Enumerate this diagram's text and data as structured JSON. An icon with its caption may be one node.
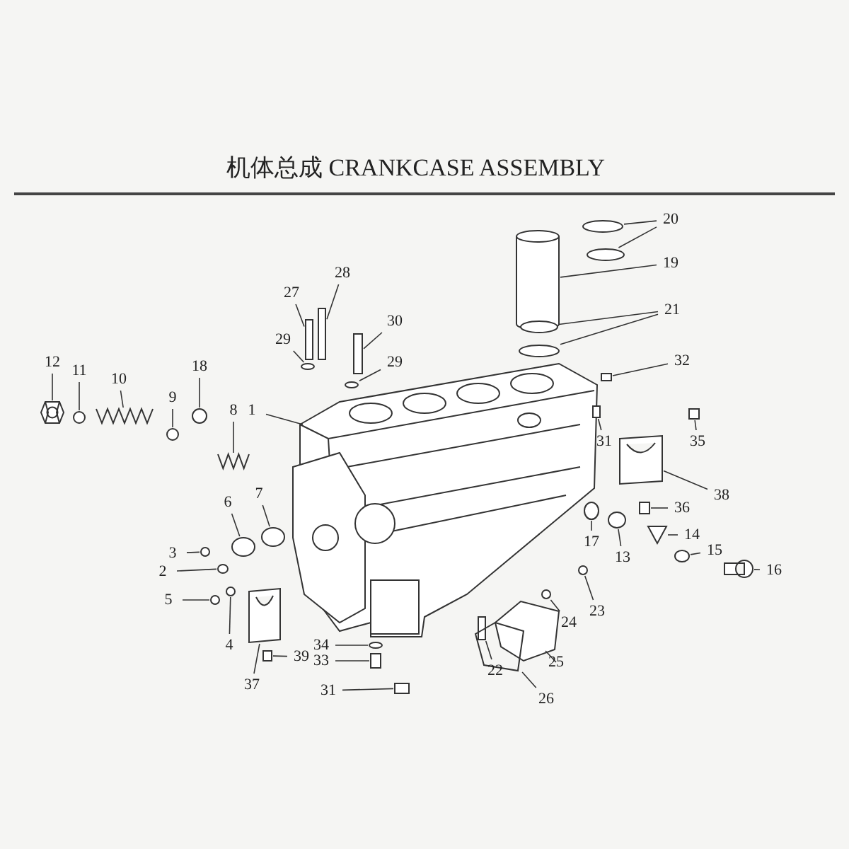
{
  "diagram": {
    "title": "机体总成 CRANKCASE ASSEMBLY",
    "nodes": [
      {
        "text": [
          "1"
        ]
      },
      {
        "text": [
          "2"
        ]
      },
      {
        "text": [
          "3"
        ]
      },
      {
        "text": [
          "4"
        ]
      },
      {
        "text": [
          "5"
        ]
      },
      {
        "text": [
          "6"
        ]
      },
      {
        "text": [
          "7"
        ]
      },
      {
        "text": [
          "8"
        ]
      },
      {
        "text": [
          "9"
        ]
      },
      {
        "text": [
          "10"
        ]
      },
      {
        "text": [
          "11"
        ]
      },
      {
        "text": [
          "12"
        ]
      },
      {
        "text": [
          "13"
        ]
      },
      {
        "text": [
          "14"
        ]
      },
      {
        "text": [
          "15"
        ]
      },
      {
        "text": [
          "16"
        ]
      },
      {
        "text": [
          "17"
        ]
      },
      {
        "text": [
          "18"
        ]
      },
      {
        "text": [
          "19"
        ]
      },
      {
        "text": [
          "20"
        ]
      },
      {
        "text": [
          "21"
        ]
      },
      {
        "text": [
          "22"
        ]
      },
      {
        "text": [
          "23"
        ]
      },
      {
        "text": [
          "24"
        ]
      },
      {
        "text": [
          "25"
        ]
      },
      {
        "text": [
          "26"
        ]
      },
      {
        "text": [
          "27"
        ]
      },
      {
        "text": [
          "28"
        ]
      },
      {
        "text": [
          "29"
        ]
      },
      {
        "text": [
          "29"
        ]
      },
      {
        "text": [
          "30"
        ]
      },
      {
        "text": [
          "31"
        ]
      },
      {
        "text": [
          "31"
        ]
      },
      {
        "text": [
          "32"
        ]
      },
      {
        "text": [
          "33"
        ]
      },
      {
        "text": [
          "34"
        ]
      },
      {
        "text": [
          "35"
        ]
      },
      {
        "text": [
          "36"
        ]
      },
      {
        "text": [
          "37"
        ]
      },
      {
        "text": [
          "38"
        ]
      },
      {
        "text": [
          "39"
        ]
      },
      {
        "text": [],
        "shape": "picture"
      },
      {
        "text": [],
        "shape": "circle"
      },
      {
        "text": [],
        "shape": "circle"
      },
      {
        "text": [],
        "shape": "circle"
      },
      {
        "text": [],
        "shape": "circle"
      },
      {
        "text": [],
        "shape": "circle"
      },
      {
        "text": [],
        "shape": "circle"
      },
      {
        "text": [],
        "shape": "picture"
      },
      {
        "text": [],
        "shape": "circle"
      },
      {
        "text": [],
        "shape": "picture"
      },
      {
        "text": [],
        "shape": "circle"
      },
      {
        "text": [],
        "shape": "picture"
      },
      {
        "text": [],
        "shape": "circle"
      },
      {
        "text": [],
        "shape": "picture"
      },
      {
        "text": [],
        "shape": "circle"
      },
      {
        "text": [],
        "shape": "picture"
      },
      {
        "text": [],
        "shape": "circle"
      },
      {
        "text": [],
        "shape": "circle"
      },
      {
        "text": [],
        "shape": "cylinder"
      },
      {
        "text": [],
        "shape": "circle"
      },
      {
        "text": [],
        "shape": "circle"
      },
      {
        "text": [],
        "shape": "circle"
      },
      {
        "text": [],
        "shape": "circle"
      },
      {
        "text": [],
        "shape": "box"
      },
      {
        "text": [],
        "shape": "circle"
      },
      {
        "text": [],
        "shape": "circle"
      },
      {
        "text": [],
        "shape": "picture"
      },
      {
        "text": [],
        "shape": "picture"
      },
      {
        "text": [],
        "shape": "box"
      },
      {
        "text": [],
        "shape": "box"
      },
      {
        "text": [],
        "shape": "circle"
      },
      {
        "text": [],
        "shape": "circle"
      },
      {
        "text": [],
        "shape": "box"
      },
      {
        "text": [],
        "shape": "box"
      },
      {
        "text": [],
        "shape": "box"
      },
      {
        "text": [],
        "shape": "box"
      },
      {
        "text": [],
        "shape": "box"
      },
      {
        "text": [],
        "shape": "circle"
      },
      {
        "text": [],
        "shape": "box"
      },
      {
        "text": [],
        "shape": "box"
      },
      {
        "text": [],
        "shape": "picture"
      },
      {
        "text": [],
        "shape": "picture"
      },
      {
        "text": [],
        "shape": "box"
      }
    ],
    "edges": [
      {
        "from": 0,
        "to": 41,
        "arrow": "none"
      },
      {
        "from": 1,
        "to": 42,
        "arrow": "none"
      },
      {
        "from": 2,
        "to": 43,
        "arrow": "none"
      },
      {
        "from": 3,
        "to": 44,
        "arrow": "none"
      },
      {
        "from": 4,
        "to": 45,
        "arrow": "none"
      },
      {
        "from": 5,
        "to": 46,
        "arrow": "none"
      },
      {
        "from": 6,
        "to": 47,
        "arrow": "none"
      },
      {
        "from": 7,
        "to": 48,
        "arrow": "none"
      },
      {
        "from": 8,
        "to": 49,
        "arrow": "none"
      },
      {
        "from": 9,
        "to": 50,
        "arrow": "none"
      },
      {
        "from": 10,
        "to": 51,
        "arrow": "none"
      },
      {
        "from": 11,
        "to": 52,
        "arrow": "none"
      },
      {
        "from": 12,
        "to": 53,
        "arrow": "none"
      },
      {
        "from": 13,
        "to": 54,
        "arrow": "none"
      },
      {
        "from": 14,
        "to": 55,
        "arrow": "none"
      },
      {
        "from": 15,
        "to": 56,
        "arrow": "none"
      },
      {
        "from": 16,
        "to": 57,
        "arrow": "none"
      },
      {
        "from": 17,
        "to": 58,
        "arrow": "none"
      },
      {
        "from": 18,
        "to": 59,
        "arrow": "none"
      },
      {
        "from": 19,
        "to": 60,
        "arrow": "none"
      },
      {
        "from": 19,
        "to": 61,
        "arrow": "none"
      },
      {
        "from": 20,
        "to": 62,
        "arrow": "none"
      },
      {
        "from": 20,
        "to": 63,
        "arrow": "none"
      },
      {
        "from": 21,
        "to": 64,
        "arrow": "none"
      },
      {
        "from": 22,
        "to": 65,
        "arrow": "none"
      },
      {
        "from": 23,
        "to": 66,
        "arrow": "none"
      },
      {
        "from": 24,
        "to": 67,
        "arrow": "none"
      },
      {
        "from": 25,
        "to": 68,
        "arrow": "none"
      },
      {
        "from": 26,
        "to": 69,
        "arrow": "none"
      },
      {
        "from": 27,
        "to": 70,
        "arrow": "none"
      },
      {
        "from": 28,
        "to": 71,
        "arrow": "none"
      },
      {
        "from": 29,
        "to": 72,
        "arrow": "none"
      },
      {
        "from": 30,
        "to": 73,
        "arrow": "none"
      },
      {
        "from": 31,
        "to": 74,
        "arrow": "none"
      },
      {
        "from": 32,
        "to": 75,
        "arrow": "none"
      },
      {
        "from": 33,
        "to": 76,
        "arrow": "none"
      },
      {
        "from": 34,
        "to": 77,
        "arrow": "none"
      },
      {
        "from": 35,
        "to": 78,
        "arrow": "none"
      },
      {
        "from": 36,
        "to": 79,
        "arrow": "none"
      },
      {
        "from": 37,
        "to": 80,
        "arrow": "none"
      },
      {
        "from": 38,
        "to": 81,
        "arrow": "none"
      },
      {
        "from": 39,
        "to": 82,
        "arrow": "none"
      },
      {
        "from": 40,
        "to": 83,
        "arrow": "none"
      }
    ]
  }
}
